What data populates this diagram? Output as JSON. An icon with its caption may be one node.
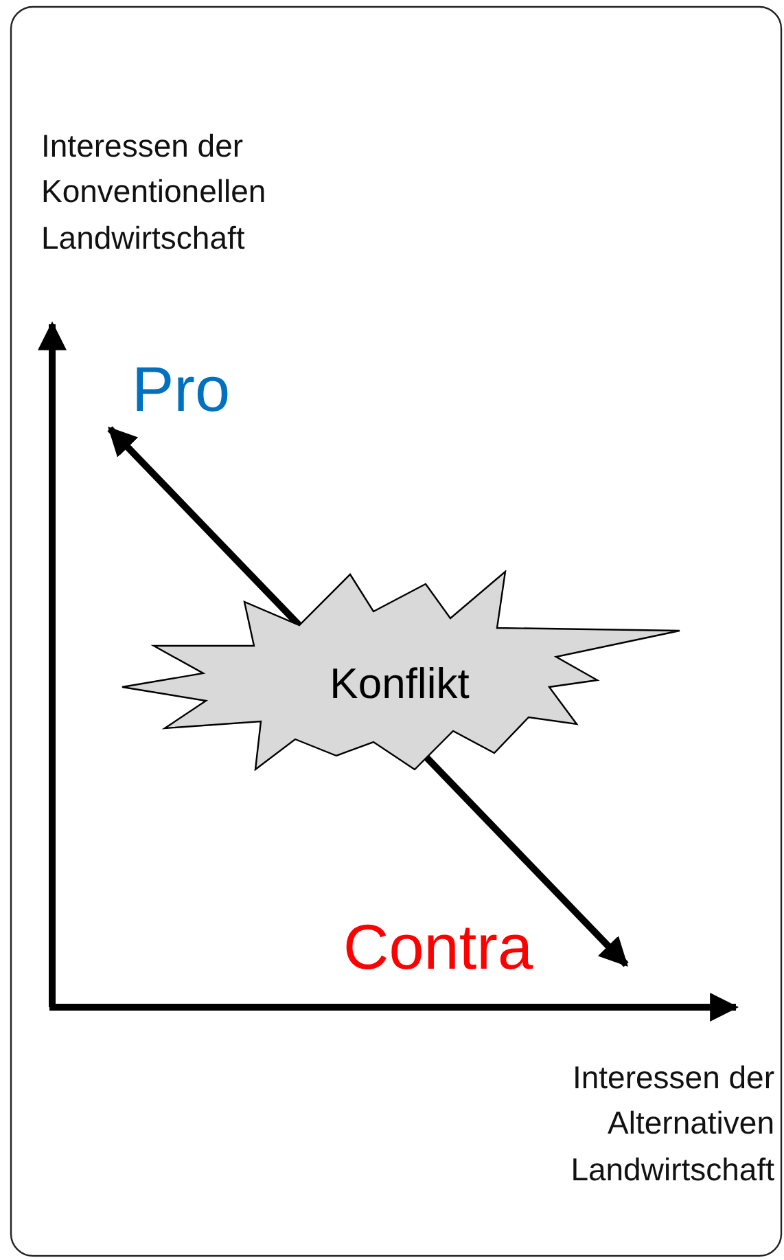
{
  "diagram": {
    "nodes": [
      {
        "text": [
          "Konflikt"
        ]
      }
    ],
    "labels": [
      "Interessen der Konventionellen Landwirtschaft",
      "Pro",
      "Contra",
      "Interessen der Alternativen Landwirtschaft"
    ]
  }
}
